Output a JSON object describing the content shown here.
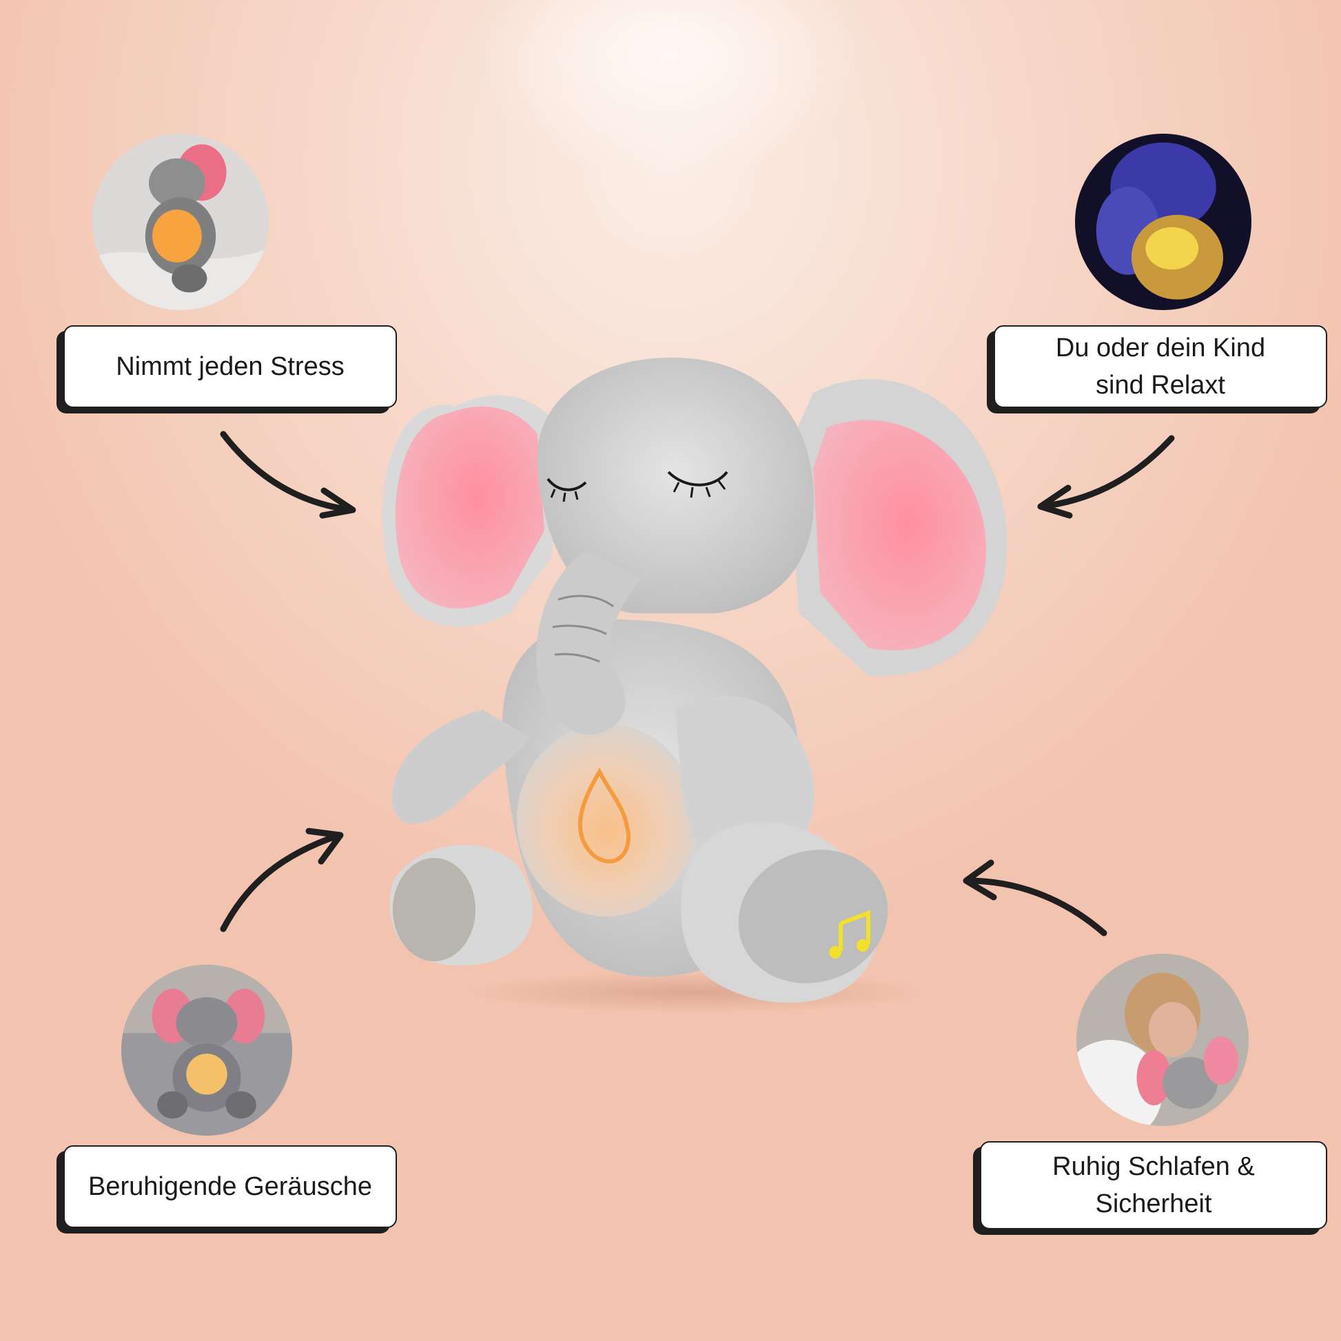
{
  "labels": {
    "top_left": "Nimmt jeden Stress",
    "top_right_line1": "Du oder dein Kind",
    "top_right_line2": "sind Relaxt",
    "bottom_left": "Beruhigende Geräusche",
    "bottom_right_line1": "Ruhig Schlafen &",
    "bottom_right_line2": "Sicherheit"
  },
  "images": {
    "main": "grey-plush-elephant-pink-ears-glowing-belly",
    "thumb_top_left": "elephant-on-bed-glowing",
    "thumb_top_right": "elephant-blue-night-light",
    "thumb_bottom_left": "elephant-on-blanket-glowing",
    "thumb_bottom_right": "woman-sleeping-with-elephant"
  },
  "colors": {
    "background": "#f4cdb9",
    "card_border": "#1f1f1f",
    "ear_pink": "#f7889a",
    "body_grey": "#cfcfcf",
    "glow_orange": "#f5a04a"
  }
}
